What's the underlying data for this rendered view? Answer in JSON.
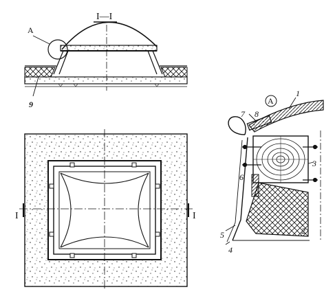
{
  "section_cut": {
    "label": "I—I",
    "left_mark": "I",
    "right_mark": "I"
  },
  "detail_callout": {
    "letter": "A",
    "circled_letter": "A"
  },
  "numbers": {
    "n1": "1",
    "n2": "2",
    "n3": "3",
    "n4": "4",
    "n5": "5",
    "n6": "6",
    "n7": "7",
    "n8": "8",
    "n9": "9"
  },
  "colors": {
    "ink": "#111111",
    "paper": "#ffffff"
  }
}
